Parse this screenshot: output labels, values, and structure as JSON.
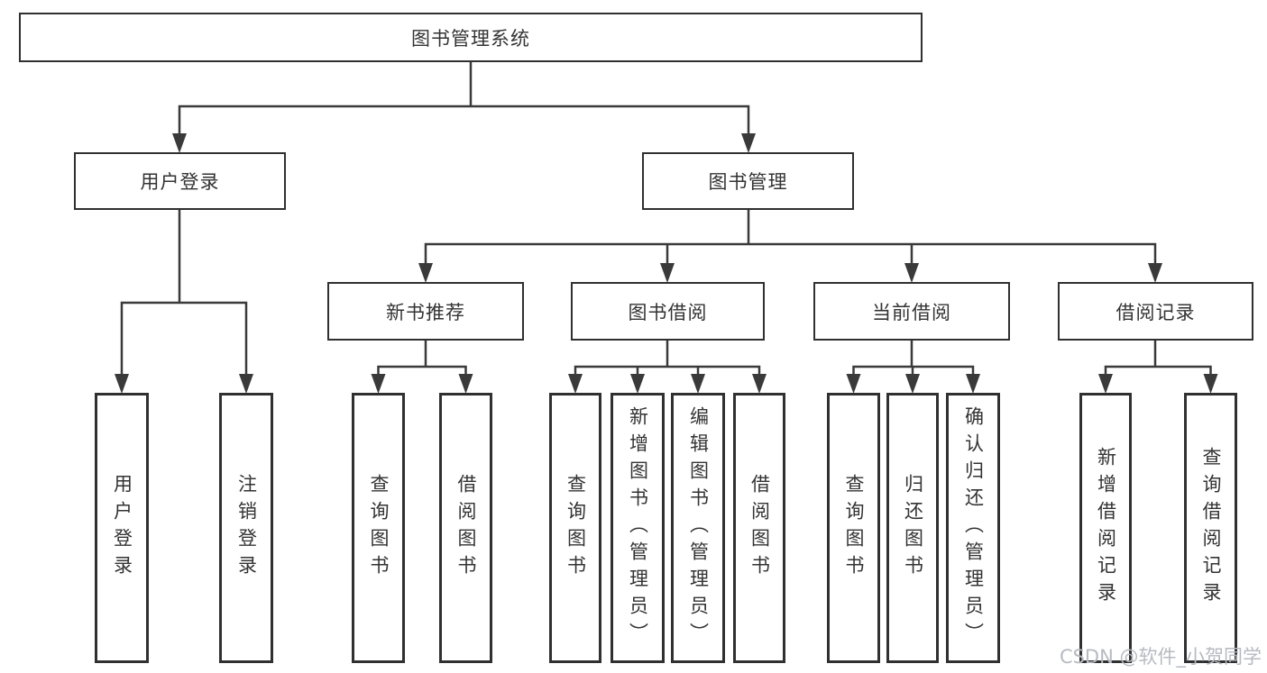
{
  "colors": {
    "line_color": "#3a3a3a",
    "border_color": "#303030",
    "text_color": "#333333",
    "watermark_color": "#b6bac1",
    "bg_color": "#ffffff"
  },
  "watermark": {
    "text": "CSDN @软件_小贺同学"
  },
  "tree": {
    "root": {
      "label": "图书管理系统",
      "children": [
        {
          "label": "用户登录",
          "children": [
            {
              "label": "用户登录"
            },
            {
              "label": "注销登录"
            }
          ]
        },
        {
          "label": "图书管理",
          "children": [
            {
              "label": "新书推荐",
              "children": [
                {
                  "label": "查询图书"
                },
                {
                  "label": "借阅图书"
                }
              ]
            },
            {
              "label": "图书借阅",
              "children": [
                {
                  "label": "查询图书"
                },
                {
                  "label": "新增图书（管理员）"
                },
                {
                  "label": "编辑图书（管理员）"
                },
                {
                  "label": "借阅图书"
                }
              ]
            },
            {
              "label": "当前借阅",
              "children": [
                {
                  "label": "查询图书"
                },
                {
                  "label": "归还图书"
                },
                {
                  "label": "确认归还（管理员）"
                }
              ]
            },
            {
              "label": "借阅记录",
              "children": [
                {
                  "label": "新增借阅记录"
                },
                {
                  "label": "查询借阅记录"
                }
              ]
            }
          ]
        }
      ]
    }
  }
}
